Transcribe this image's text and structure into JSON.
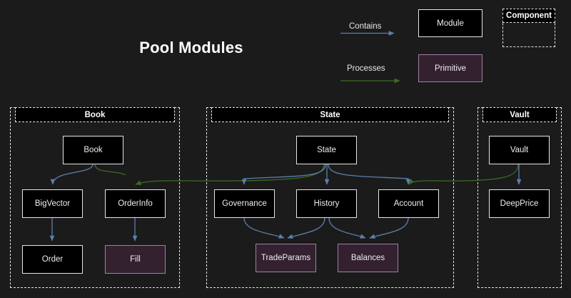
{
  "title": "Pool Modules",
  "background": "#1b1b1b",
  "colors": {
    "module_fill": "#000000",
    "module_border": "#e6e6e6",
    "primitive_fill": "#332130",
    "primitive_border": "#a07fa5",
    "contains_edge": "#5b7fae",
    "processes_edge": "#3d6b25",
    "text": "#eeeeee"
  },
  "legend": {
    "contains_label": "Contains",
    "processes_label": "Processes",
    "module_label": "Module",
    "primitive_label": "Primitive",
    "component_label": "Component"
  },
  "groups": [
    {
      "id": "book",
      "label": "Book"
    },
    {
      "id": "state",
      "label": "State"
    },
    {
      "id": "vault",
      "label": "Vault"
    }
  ],
  "nodes": [
    {
      "id": "book",
      "label": "Book",
      "kind": "module",
      "group": "book"
    },
    {
      "id": "bigvector",
      "label": "BigVector",
      "kind": "module",
      "group": "book"
    },
    {
      "id": "orderinfo",
      "label": "OrderInfo",
      "kind": "module",
      "group": "book"
    },
    {
      "id": "order",
      "label": "Order",
      "kind": "module",
      "group": "book"
    },
    {
      "id": "fill",
      "label": "Fill",
      "kind": "primitive",
      "group": "book"
    },
    {
      "id": "state",
      "label": "State",
      "kind": "module",
      "group": "state"
    },
    {
      "id": "governance",
      "label": "Governance",
      "kind": "module",
      "group": "state"
    },
    {
      "id": "history",
      "label": "History",
      "kind": "module",
      "group": "state"
    },
    {
      "id": "account",
      "label": "Account",
      "kind": "module",
      "group": "state"
    },
    {
      "id": "tradeparams",
      "label": "TradeParams",
      "kind": "primitive",
      "group": "state"
    },
    {
      "id": "balances",
      "label": "Balances",
      "kind": "primitive",
      "group": "state"
    },
    {
      "id": "vault",
      "label": "Vault",
      "kind": "module",
      "group": "vault"
    },
    {
      "id": "deepprice",
      "label": "DeepPrice",
      "kind": "module",
      "group": "vault"
    }
  ],
  "edges": [
    {
      "from": "book",
      "to": "bigvector",
      "type": "contains"
    },
    {
      "from": "bigvector",
      "to": "order",
      "type": "contains"
    },
    {
      "from": "orderinfo",
      "to": "fill",
      "type": "contains"
    },
    {
      "from": "state",
      "to": "governance",
      "type": "contains"
    },
    {
      "from": "state",
      "to": "history",
      "type": "contains"
    },
    {
      "from": "state",
      "to": "account",
      "type": "contains"
    },
    {
      "from": "governance",
      "to": "tradeparams",
      "type": "contains"
    },
    {
      "from": "history",
      "to": "tradeparams",
      "type": "contains"
    },
    {
      "from": "history",
      "to": "balances",
      "type": "contains"
    },
    {
      "from": "account",
      "to": "balances",
      "type": "contains"
    },
    {
      "from": "vault",
      "to": "deepprice",
      "type": "contains"
    },
    {
      "from": "state",
      "to": "orderinfo",
      "type": "processes"
    },
    {
      "from": "book",
      "to": "orderinfo",
      "type": "processes"
    },
    {
      "from": "vault",
      "to": "account",
      "type": "processes"
    }
  ]
}
